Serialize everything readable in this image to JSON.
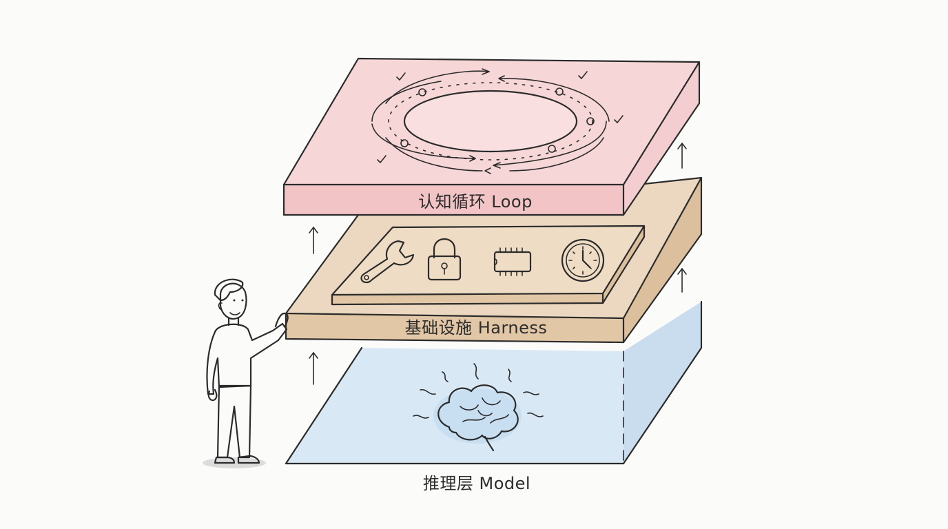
{
  "layers": {
    "loop": {
      "label": "认知循环 Loop",
      "color_top": "#f6d6d6",
      "color_front": "#f2c4c6",
      "color_side": "#f4cdd0"
    },
    "harness": {
      "label": "基础设施 Harness",
      "color_top": "#ecd8c1",
      "color_front": "#e2c7a6",
      "color_side": "#dcbf9c",
      "inner_tray": "#efdcc4",
      "icons": [
        "wrench-icon",
        "lock-icon",
        "chip-icon",
        "clock-icon"
      ]
    },
    "model": {
      "label": "推理层 Model",
      "color_top": "#d8e8f4",
      "color_side": "#c9ddef",
      "icon": "brain-icon"
    }
  },
  "colors": {
    "ink": "#2b2b2b",
    "background": "#fbfbfa"
  }
}
